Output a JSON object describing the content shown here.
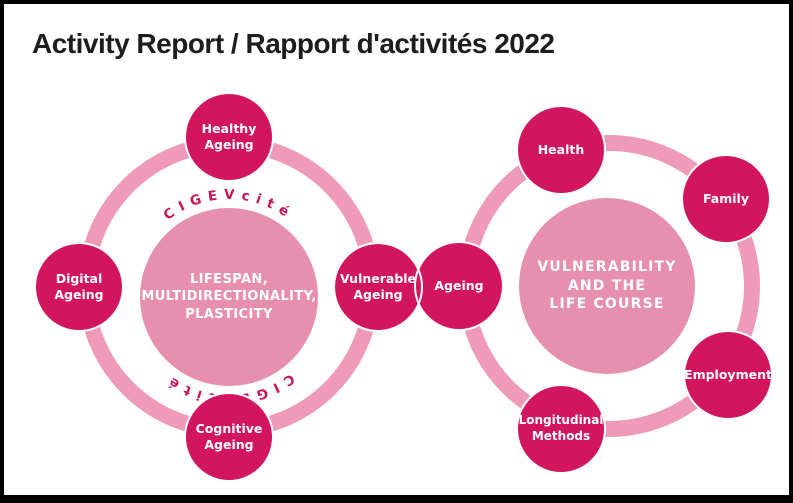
{
  "title": "Activity Report / Rapport d'activités 2022",
  "colors": {
    "node_fill": "#d2155f",
    "ring_stroke": "#ee9ab8",
    "center_fill": "#e78fae",
    "curved_text": "#c81459",
    "title_text": "#1d1d1b",
    "frame_border": "#000000"
  },
  "left_diagram": {
    "curved_label": "CIGEVcité",
    "center_label": "LIFESPAN,\nMULTIDIRECTIONALITY,\nPLASTICITY",
    "satellites": {
      "top": "Healthy\nAgeing",
      "left": "Digital\nAgeing",
      "right": "Vulnerable\nAgeing",
      "bottom": "Cognitive\nAgeing"
    }
  },
  "right_diagram": {
    "center_label": "VULNERABILITY\nAND THE\nLIFE COURSE",
    "satellites": {
      "left": "Ageing",
      "top_left": "Health",
      "top_right": "Family",
      "bottom_right": "Employment",
      "bottom_left": "Longitudinal\nMethods"
    }
  }
}
